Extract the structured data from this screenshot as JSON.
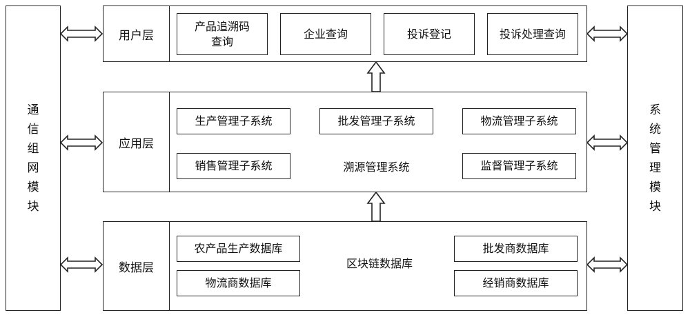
{
  "left_module": "通信组网模块",
  "right_module": "系统管理模块",
  "user_layer": {
    "label": "用户层",
    "items": [
      "产品追溯码查询",
      "企业查询",
      "投诉登记",
      "投诉处理查询"
    ]
  },
  "app_layer": {
    "label": "应用层",
    "center": "溯源管理系统",
    "items": [
      "生产管理子系统",
      "批发管理子系统",
      "物流管理子系统",
      "销售管理子系统",
      "监督管理子系统"
    ]
  },
  "data_layer": {
    "label": "数据层",
    "center": "区块链数据库",
    "items": [
      "农产品生产数据库",
      "物流商数据库",
      "批发商数据库",
      "经销商数据库"
    ]
  }
}
